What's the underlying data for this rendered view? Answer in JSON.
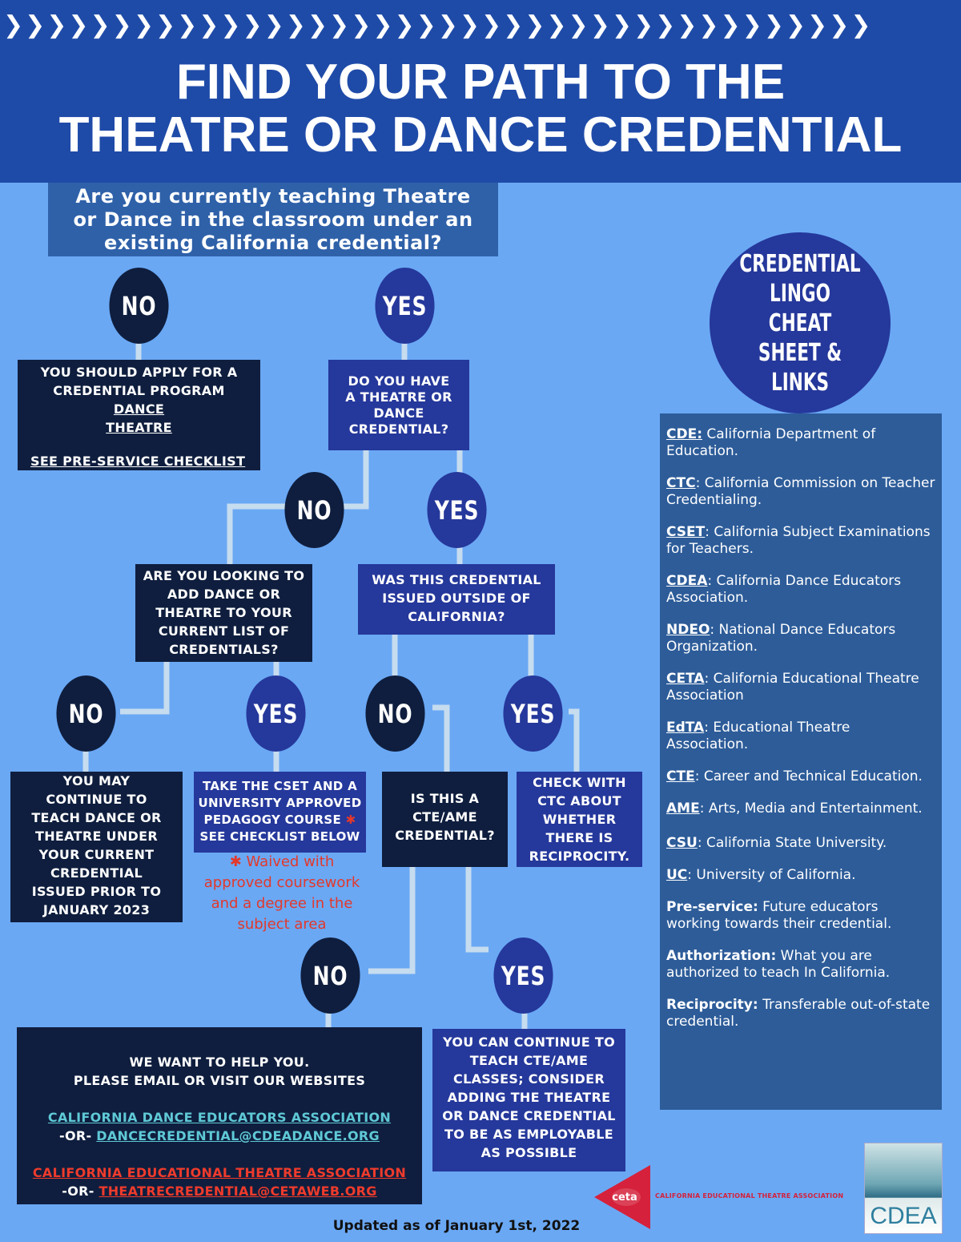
{
  "header": {
    "chevrons": "❯❯❯❯❯❯❯❯❯❯❯❯❯❯❯❯❯❯❯❯❯❯❯❯❯❯❯❯❯❯❯❯❯❯❯❯❯❯❯❯",
    "title_line1": "FIND YOUR PATH TO THE",
    "title_line2": "THEATRE OR DANCE  CREDENTIAL"
  },
  "main_question": {
    "line1": "Are you currently teaching Theatre",
    "line2": "or Dance in the classroom under an",
    "line3": "existing California credential?"
  },
  "answers": {
    "no": "NO",
    "yes": "YES"
  },
  "boxes": {
    "apply": {
      "line1": "YOU SHOULD APPLY FOR A",
      "line2": "CREDENTIAL PROGRAM",
      "link1": "DANCE",
      "link2": "THEATRE",
      "link3": "SEE PRE-SERVICE CHECKLIST"
    },
    "have_credential": [
      "DO YOU HAVE",
      "A THEATRE OR",
      "DANCE",
      "CREDENTIAL?"
    ],
    "looking_to_add": [
      "ARE YOU LOOKING TO",
      "ADD DANCE OR",
      "THEATRE TO YOUR",
      "CURRENT LIST OF",
      "CREDENTIALS?"
    ],
    "issued_outside": [
      "WAS THIS CREDENTIAL",
      "ISSUED OUTSIDE OF",
      "CALIFORNIA?"
    ],
    "may_continue": [
      "YOU MAY",
      "CONTINUE TO",
      "TEACH DANCE OR",
      "THEATRE UNDER",
      "YOUR CURRENT",
      "CREDENTIAL",
      "ISSUED PRIOR TO",
      "JANUARY 2023"
    ],
    "take_cset": [
      "TAKE THE CSET AND A",
      "UNIVERSITY APPROVED",
      "PEDAGOGY COURSE",
      "SEE CHECKLIST BELOW"
    ],
    "asterisk": "✱",
    "cte_ame": [
      "IS THIS A",
      "CTE/AME",
      "CREDENTIAL?"
    ],
    "check_ctc": [
      "CHECK WITH",
      "CTC ABOUT",
      "WHETHER",
      "THERE IS",
      "RECIPROCITY."
    ],
    "waived_note": [
      "Waived with",
      "approved coursework",
      "and a degree in the",
      "subject area"
    ],
    "help": {
      "line1": "WE WANT TO HELP YOU.",
      "line2": "PLEASE EMAIL OR VISIT OUR WEBSITES",
      "cdea": "CALIFORNIA DANCE EDUCATORS ASSOCIATION",
      "or": "-OR-",
      "cdea_email": "DANCECREDENTIAL@CDEADANCE.ORG",
      "ceta": "CALIFORNIA EDUCATIONAL THEATRE ASSOCIATION",
      "ceta_email": "THEATRECREDENTIAL@CETAWEB.ORG"
    },
    "continue_cte": [
      "YOU CAN CONTINUE TO",
      "TEACH CTE/AME",
      "CLASSES; CONSIDER",
      "ADDING THE THEATRE",
      "OR DANCE CREDENTIAL",
      "TO BE AS EMPLOYABLE",
      "AS POSSIBLE"
    ]
  },
  "lingo_circle": "CREDENTIAL\nLINGO\nCHEAT\nSHEET &\nLINKS",
  "glossary": [
    {
      "term": "CDE:",
      "def": " California Department of Education."
    },
    {
      "term": "CTC",
      "def": ": California Commission on Teacher Credentialing."
    },
    {
      "term": "CSET",
      "def": ": California Subject Examinations for Teachers."
    },
    {
      "term": "CDEA",
      "def": ": California Dance Educators Association."
    },
    {
      "term": "NDEO",
      "def": ": National Dance Educators Organization."
    },
    {
      "term": "CETA",
      "def": ": California Educational Theatre Association"
    },
    {
      "term": "EdTA",
      "def": ": Educational Theatre Association."
    },
    {
      "term": "CTE",
      "def": ": Career and Technical Education."
    },
    {
      "term": "AME",
      "def": ": Arts, Media and Entertainment."
    },
    {
      "term": "CSU",
      "def": ": California State University."
    },
    {
      "term": "UC",
      "def": ": University of California."
    },
    {
      "term": "Pre-service:",
      "def": " Future educators working towards their credential."
    },
    {
      "term": "Authorization:",
      "def": " What you are authorized to teach In California."
    },
    {
      "term": "Reciprocity:",
      "def": " Transferable out-of-state credential."
    }
  ],
  "footer": {
    "updated": "Updated as of January 1st, 2022",
    "ceta_logo": "ceta",
    "ceta_name": "CALIFORNIA EDUCATIONAL THEATRE ASSOCIATION",
    "cdea_logo": "CDEA"
  },
  "colors": {
    "background": "#6aa8f4",
    "header": "#1f4ba8",
    "dark_navy": "#0f1e3e",
    "royal_blue": "#25389b",
    "connector": "#c6dcef",
    "note_red": "#e3382b"
  }
}
